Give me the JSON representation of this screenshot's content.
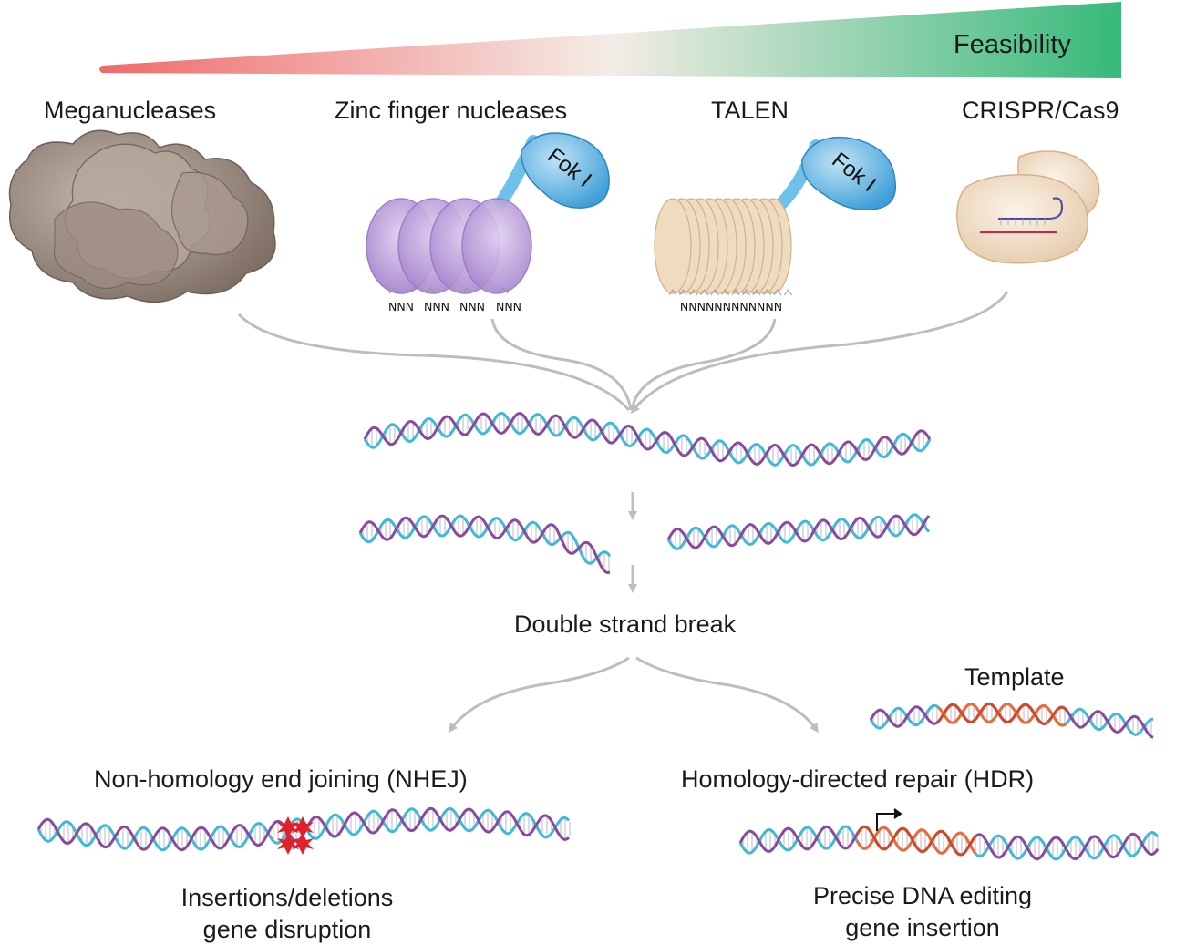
{
  "feasibility_label": "Feasibility",
  "nucleases": {
    "meganucleases": "Meganucleases",
    "zinc_finger": "Zinc finger nucleases",
    "talen": "TALEN",
    "crispr": "CRISPR/Cas9"
  },
  "fok_label": "Fok I",
  "zfn_nnn": [
    "NNN",
    "NNN",
    "NNN",
    "NNN"
  ],
  "talen_n": "NNNNNNNNNNNN",
  "double_strand_break": "Double strand break",
  "template": "Template",
  "nhej": {
    "title": "Non-homology end joining (NHEJ)",
    "outcome_line1": "Insertions/deletions",
    "outcome_line2": "gene disruption"
  },
  "hdr": {
    "title": "Homology-directed repair (HDR)",
    "outcome_line1": "Precise DNA editing",
    "outcome_line2": "gene insertion"
  },
  "colors": {
    "gradient_start": "#f0696b",
    "gradient_end": "#36b97a",
    "strand_a": "#3fb9d6",
    "strand_b": "#8a4a9c",
    "insert": "#ec6a3a",
    "fok": "#4aa7dd",
    "zfn": "#b89ad6",
    "talen": "#ecd9bc",
    "arrow": "#bdbdbd"
  }
}
